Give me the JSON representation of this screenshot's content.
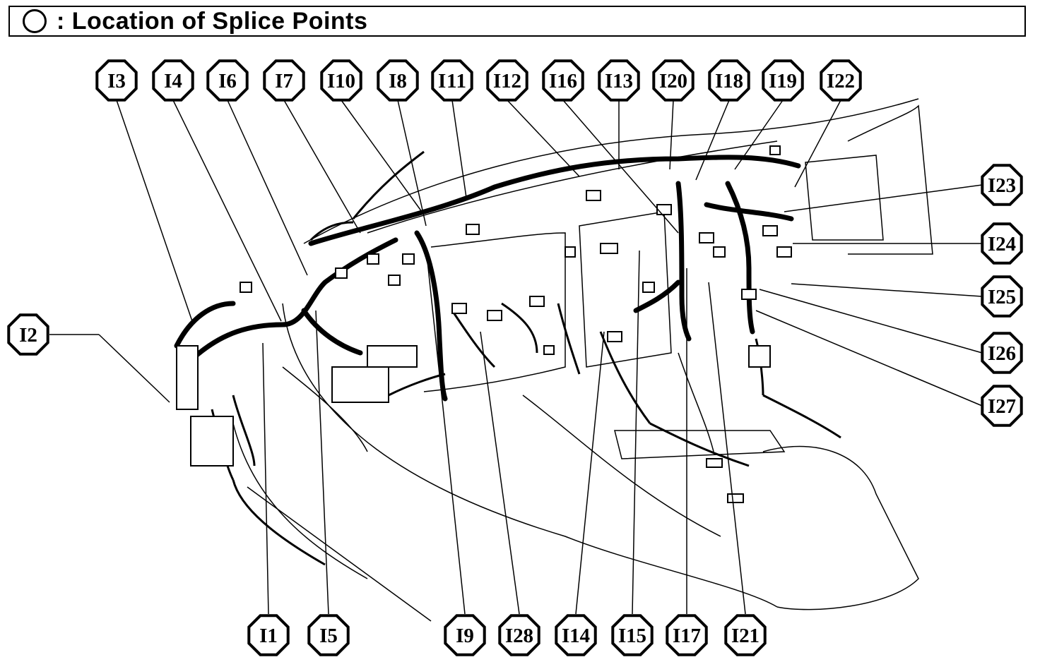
{
  "header": {
    "legend_symbol": "circle-icon",
    "title": ": Location of Splice Points"
  },
  "splice_points": {
    "top": [
      "I3",
      "I4",
      "I6",
      "I7",
      "I10",
      "I8",
      "I11",
      "I12",
      "I16",
      "I13",
      "I20",
      "I18",
      "I19",
      "I22"
    ],
    "right": [
      "I23",
      "I24",
      "I25",
      "I26",
      "I27"
    ],
    "left": [
      "I2"
    ],
    "bottom": [
      "I1",
      "I5",
      "I9",
      "I28",
      "I14",
      "I15",
      "I17",
      "I21"
    ]
  }
}
